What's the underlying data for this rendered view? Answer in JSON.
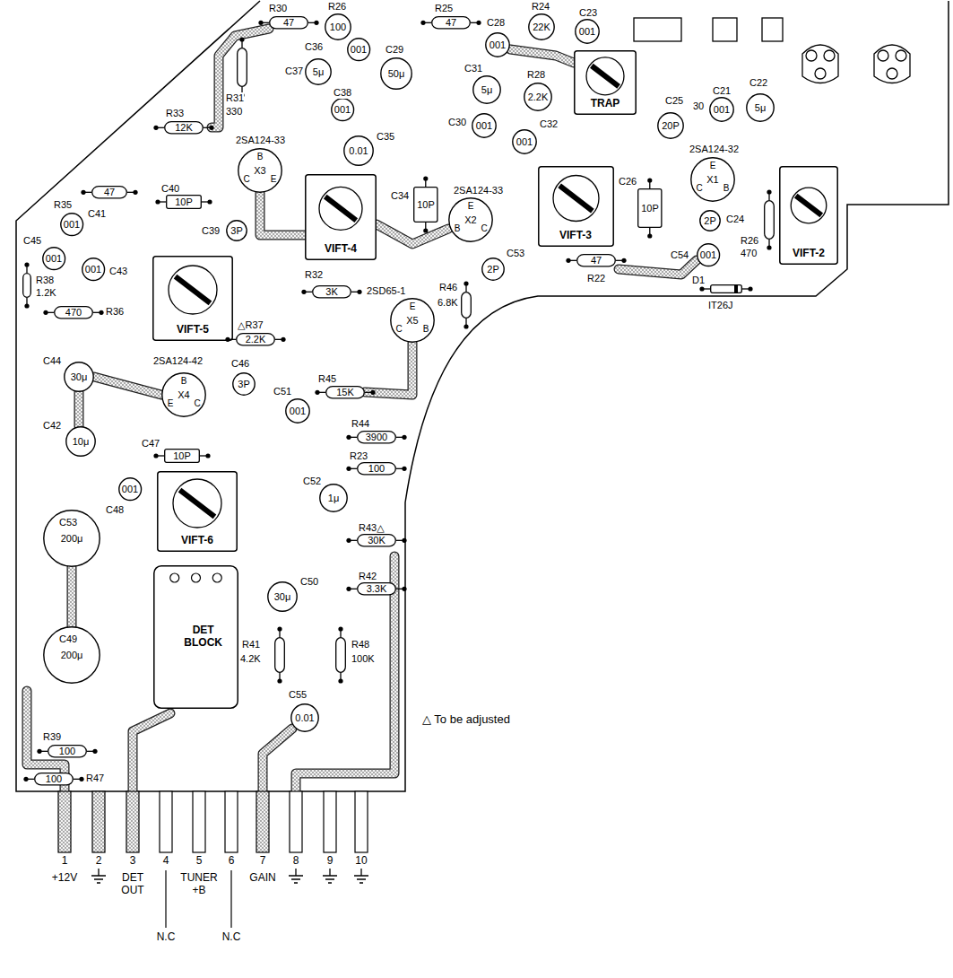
{
  "diagram": {
    "nodes": [
      {
        "text": [
          "R30",
          "47"
        ]
      },
      {
        "text": [
          "R26",
          "100"
        ]
      },
      {
        "text": [
          "R25",
          "47"
        ]
      },
      {
        "text": [
          "C28",
          "001"
        ]
      },
      {
        "text": [
          "R24",
          "22K"
        ]
      },
      {
        "text": [
          "C23",
          "001"
        ]
      },
      {
        "text": [
          "R31",
          "330"
        ]
      },
      {
        "text": [
          "C36",
          "001"
        ]
      },
      {
        "text": [
          "C37",
          "5μ"
        ]
      },
      {
        "text": [
          "C29",
          "50μ"
        ]
      },
      {
        "text": [
          "C38",
          "001"
        ]
      },
      {
        "text": [
          "C31",
          "5μ"
        ]
      },
      {
        "text": [
          "R28",
          "2.2K"
        ]
      },
      {
        "text": [
          "C30",
          "001"
        ]
      },
      {
        "text": [
          "C32",
          "001"
        ]
      },
      {
        "text": [
          "TRAP"
        ]
      },
      {
        "text": [
          "C25",
          "20P"
        ]
      },
      {
        "text": [
          "C21",
          "001"
        ]
      },
      {
        "text": [
          "C22",
          "5μ"
        ]
      },
      {
        "text": [
          "R33",
          "12K"
        ]
      },
      {
        "text": [
          "X3"
        ]
      },
      {
        "text": [
          "C35",
          "0.01"
        ]
      },
      {
        "text": [
          "R35",
          "47"
        ]
      },
      {
        "text": [
          "C40",
          "10P"
        ]
      },
      {
        "text": [
          "VIFT-4"
        ]
      },
      {
        "text": [
          "C34",
          "10P"
        ]
      },
      {
        "text": [
          "X2"
        ]
      },
      {
        "text": [
          "VIFT-3"
        ]
      },
      {
        "text": [
          "C26",
          "10P"
        ]
      },
      {
        "text": [
          "X1"
        ]
      },
      {
        "text": [
          "VIFT-2"
        ]
      },
      {
        "text": [
          "C41",
          "001"
        ]
      },
      {
        "text": [
          "C39",
          "3P"
        ]
      },
      {
        "text": [
          "C45",
          "001"
        ]
      },
      {
        "text": [
          "C24",
          "2P"
        ]
      },
      {
        "text": [
          "R26",
          "470"
        ]
      },
      {
        "text": [
          "C43",
          "001"
        ]
      },
      {
        "text": [
          "VIFT-5"
        ]
      },
      {
        "text": [
          "C54",
          "001"
        ]
      },
      {
        "text": [
          "R22",
          "47"
        ]
      },
      {
        "text": [
          "C53",
          "2P"
        ]
      },
      {
        "text": [
          "R38",
          "1.2K"
        ]
      },
      {
        "text": [
          "D1",
          "IT26J"
        ]
      },
      {
        "text": [
          "R32",
          "3K"
        ]
      },
      {
        "text": [
          "R46",
          "6.8K"
        ]
      },
      {
        "text": [
          "R36",
          "470"
        ]
      },
      {
        "text": [
          "X5"
        ]
      },
      {
        "text": [
          "△R37",
          "2.2K"
        ]
      },
      {
        "text": [
          "C44",
          "30μ"
        ]
      },
      {
        "text": [
          "C46",
          "3P"
        ]
      },
      {
        "text": [
          "X4"
        ]
      },
      {
        "text": [
          "R45",
          "15K"
        ]
      },
      {
        "text": [
          "C51",
          "001"
        ]
      },
      {
        "text": [
          "R44",
          "3900"
        ]
      },
      {
        "text": [
          "C42",
          "10μ"
        ]
      },
      {
        "text": [
          "C47",
          "10P"
        ]
      },
      {
        "text": [
          "R23",
          "100"
        ]
      },
      {
        "text": [
          "C48",
          "001"
        ]
      },
      {
        "text": [
          "C52",
          "1μ"
        ]
      },
      {
        "text": [
          "VIFT-6"
        ]
      },
      {
        "text": [
          "C53",
          "200μ"
        ]
      },
      {
        "text": [
          "R43△",
          "30K"
        ]
      },
      {
        "text": [
          "R42",
          "3.3K"
        ]
      },
      {
        "text": [
          "C50",
          "30μ"
        ]
      },
      {
        "text": [
          "DET BLOCK"
        ]
      },
      {
        "text": [
          "C49",
          "200μ"
        ]
      },
      {
        "text": [
          "R41",
          "4.2K"
        ]
      },
      {
        "text": [
          "R48",
          "100K"
        ]
      },
      {
        "text": [
          "C55",
          "0.01"
        ]
      },
      {
        "text": [
          "R39",
          "100"
        ]
      },
      {
        "text": [
          "R47",
          "100"
        ]
      }
    ],
    "labels": [
      "2SA124-33",
      "B",
      "C",
      "E",
      "2SA124-33",
      "E",
      "B",
      "C",
      "2SA124-32",
      "E",
      "C",
      "B",
      "30",
      "2SD65-1",
      "E",
      "C",
      "B",
      "2SA124-42",
      "B",
      "E",
      "C",
      "△ To be adjusted",
      "1",
      "2",
      "3",
      "4",
      "5",
      "6",
      "7",
      "8",
      "9",
      "10",
      "+12V",
      "DET OUT",
      "TUNER +B",
      "GAIN",
      "N.C",
      "N.C"
    ]
  }
}
